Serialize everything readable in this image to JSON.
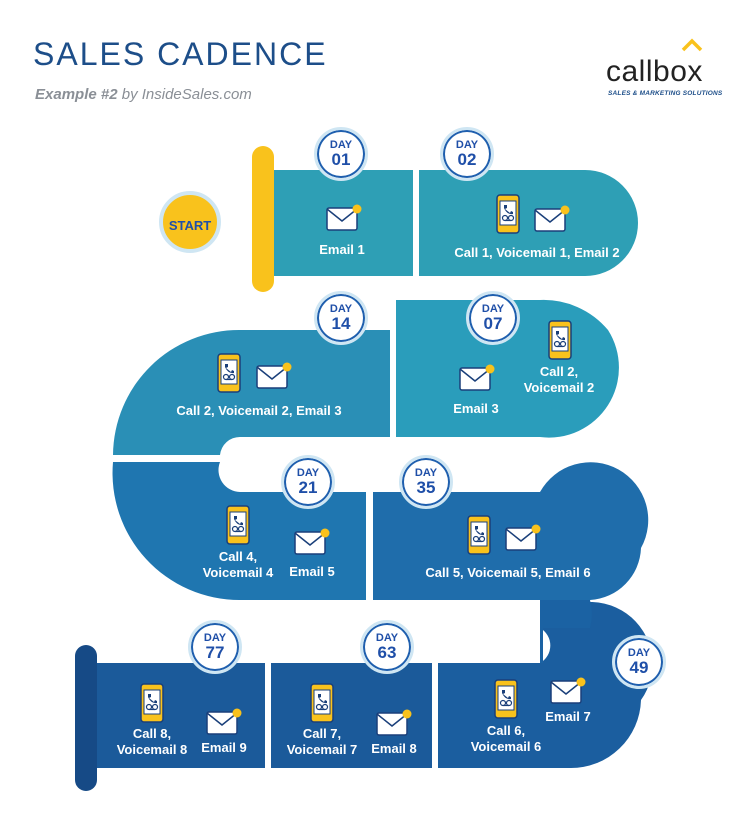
{
  "header": {
    "title": "SALES CADENCE",
    "subtitle_bold": "Example #2",
    "subtitle_rest": " by InsideSales.com"
  },
  "brand": {
    "name": "callbox",
    "tagline": "SALES & MARKETING SOLUTIONS"
  },
  "start_label": "START",
  "colors": {
    "row1": "#2e9fb5",
    "row2": "#2a8fb6",
    "row3": "#1f72ad",
    "row4": "#1b5a9a",
    "accent": "#f9c21c",
    "badge_text": "#1f4fa8"
  },
  "steps": [
    {
      "day_word": "DAY",
      "day": "01",
      "label": "Email 1",
      "icons": [
        "email-icon"
      ]
    },
    {
      "day_word": "DAY",
      "day": "02",
      "label": "Call 1, Voicemail 1, Email 2",
      "icons": [
        "phone-icon",
        "email-icon"
      ]
    },
    {
      "day_word": "DAY",
      "day": "07",
      "label_email": "Email 3",
      "label_call": [
        "Call 2,",
        "Voicemail 2"
      ],
      "icons": [
        "email-icon",
        "phone-icon"
      ]
    },
    {
      "day_word": "DAY",
      "day": "14",
      "label": "Call 2, Voicemail 2, Email 3",
      "icons": [
        "phone-icon",
        "email-icon"
      ]
    },
    {
      "day_word": "DAY",
      "day": "21",
      "label_call": [
        "Call 4,",
        "Voicemail 4"
      ],
      "label_email": "Email 5",
      "icons": [
        "phone-icon",
        "email-icon"
      ]
    },
    {
      "day_word": "DAY",
      "day": "35",
      "label": "Call 5, Voicemail 5, Email 6",
      "icons": [
        "phone-icon",
        "email-icon"
      ]
    },
    {
      "day_word": "DAY",
      "day": "49",
      "label_call": [
        "Call 6,",
        "Voicemail 6"
      ],
      "label_email": "Email 7",
      "icons": [
        "phone-icon",
        "email-icon"
      ]
    },
    {
      "day_word": "DAY",
      "day": "63",
      "label_call": [
        "Call 7,",
        "Voicemail 7"
      ],
      "label_email": "Email 8",
      "icons": [
        "phone-icon",
        "email-icon"
      ]
    },
    {
      "day_word": "DAY",
      "day": "77",
      "label_call": [
        "Call 8,",
        "Voicemail 8"
      ],
      "label_email": "Email 9",
      "icons": [
        "phone-icon",
        "email-icon"
      ]
    }
  ]
}
